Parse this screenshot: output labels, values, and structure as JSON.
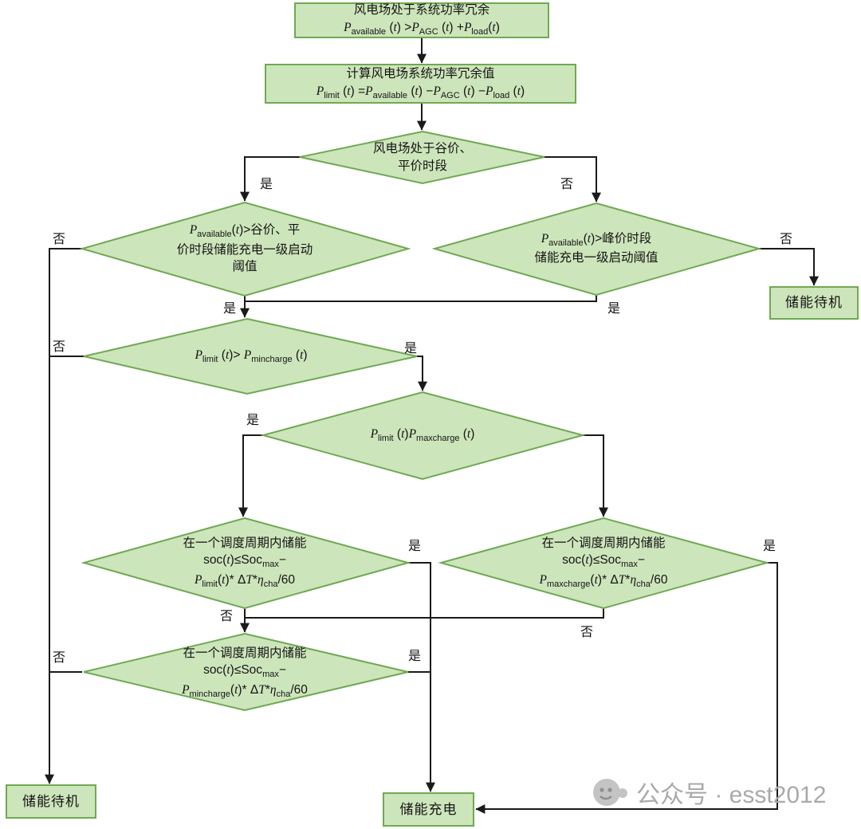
{
  "colors": {
    "node_fill": "#cde5bb",
    "node_border": "#6fa953",
    "line": "#1a1a1a",
    "watermark_text": "#a9a9a9"
  },
  "labels": {
    "yes": "是",
    "no": "否"
  },
  "nodes": {
    "power_surplus": {
      "html": "风电场处于系统功率冗余<br><i>P</i><sub>available</sub> (<i>t</i>) &gt;<i>P</i><sub>AGC</sub> (<i>t</i>) +<i>P</i><sub>load</sub>(<i>t</i>)"
    },
    "calc_surplus": {
      "html": "计算风电场系统功率冗余值<br><i>P</i><sub>limit</sub> (<i>t</i>) =<i>P</i><sub>available</sub> (<i>t</i>) −<i>P</i><sub>AGC</sub> (<i>t</i>) −<i>P</i><sub>load</sub> (<i>t</i>)"
    },
    "valley_period": {
      "html": "风电场处于谷价、<br>平价时段"
    },
    "valley_threshold": {
      "html": "<i>P</i><sub>available</sub>(<i>t</i>)&gt;谷价、平<br>价时段储能充电一级启动<br>阈值"
    },
    "peak_threshold": {
      "html": "<i>P</i><sub>available</sub>(<i>t</i>)&gt;峰价时段<br>储能充电一级启动阈值"
    },
    "limit_vs_mincharge": {
      "html": "<i>P</i><sub>limit</sub> (<i>t</i>)&gt; <i>P</i><sub>mincharge</sub> (<i>t</i>)"
    },
    "limit_vs_maxcharge": {
      "html": "<i>P</i><sub>limit</sub> (<i>t</i>)<i>P</i><sub>maxcharge</sub> (<i>t</i>)"
    },
    "soc_limit": {
      "html": "在一个调度周期内储能<br>soc(<i>t</i>)≤Soc<sub>max</sub>−<br><i>P</i><sub>limit</sub>(<i>t</i>)* Δ<i>T</i>*<i>η</i><sub>cha</sub>/60"
    },
    "soc_maxcharge": {
      "html": "在一个调度周期内储能<br>soc(<i>t</i>)≤Soc<sub>max</sub>−<br><i>P</i><sub>maxcharge</sub>(<i>t</i>)* Δ<i>T</i>*<i>η</i><sub>cha</sub>/60"
    },
    "soc_mincharge": {
      "html": "在一个调度周期内储能<br>soc(<i>t</i>)≤Soc<sub>max</sub>−<br><i>P</i><sub>mincharge</sub>(<i>t</i>)* Δ<i>T</i>*<i>η</i><sub>cha</sub>/60"
    },
    "standby_right": {
      "text": "储能待机"
    },
    "standby_bottom": {
      "text": "储能待机"
    },
    "charge": {
      "text": "储能充电"
    }
  },
  "watermark": {
    "text": "公众号 · esst2012"
  }
}
